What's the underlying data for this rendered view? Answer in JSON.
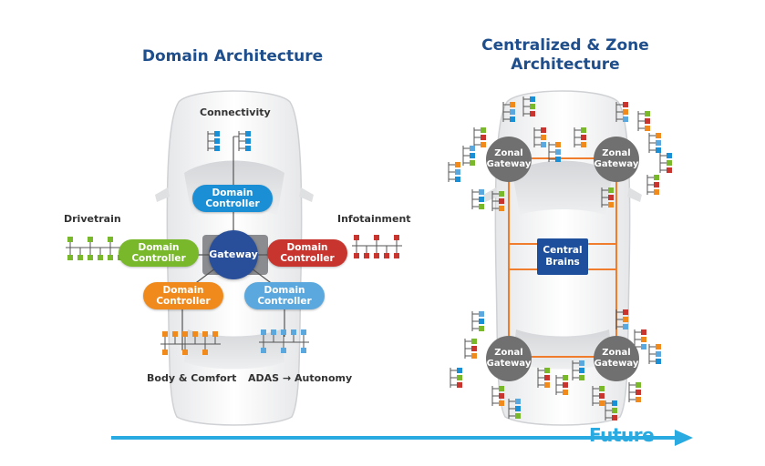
{
  "left": {
    "title": "Domain Architecture",
    "labels": {
      "connectivity": "Connectivity",
      "drivetrain": "Drivetrain",
      "infotainment": "Infotainment",
      "body_comfort": "Body & Comfort",
      "adas": "ADAS",
      "autonomy": "Autonomy",
      "arrow": "→"
    },
    "gateway": "Gateway",
    "controllers": {
      "line1": "Domain",
      "line2": "Controller"
    },
    "colors": {
      "connectivity": "#1a8fd6",
      "drivetrain": "#78b82a",
      "infotainment": "#c8352e",
      "body": "#f08a1c",
      "adas": "#5aa8dd",
      "gateway": "#2a4f9a"
    }
  },
  "right": {
    "title_line1": "Centralized & Zone",
    "title_line2": "Architecture",
    "zonal_line1": "Zonal",
    "zonal_line2": "Gateway",
    "central_line1": "Central",
    "central_line2": "Brains",
    "colors": {
      "zonal": "#707070",
      "central": "#1e4f9c",
      "links": "#ef7d2d"
    }
  },
  "footer": {
    "future": "Future",
    "arrow_color": "#29aae1"
  }
}
